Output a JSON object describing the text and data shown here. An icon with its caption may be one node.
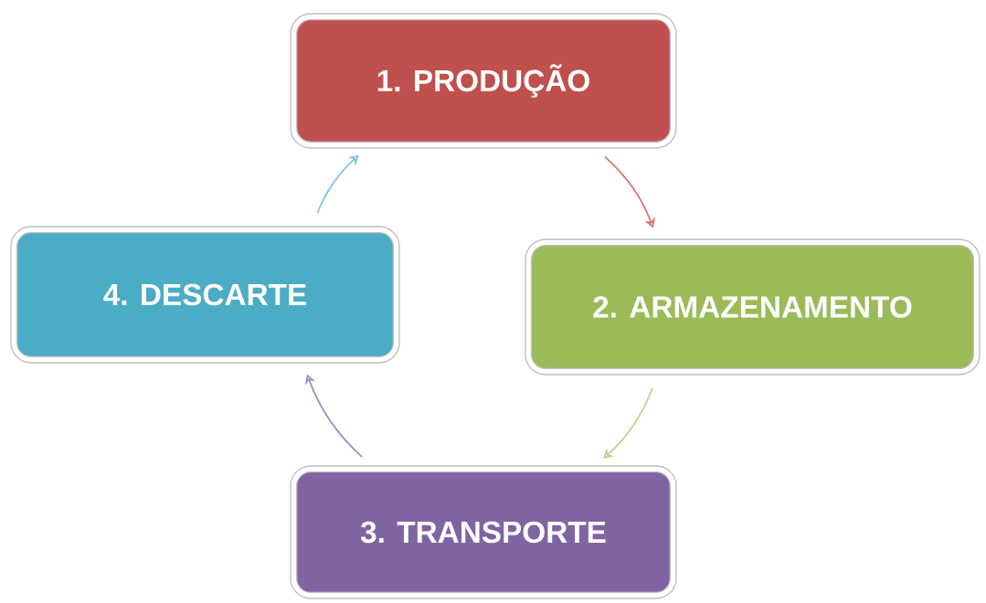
{
  "diagram": {
    "nodes": [
      {
        "text": [
          "1. PRODUÇÃO"
        ]
      },
      {
        "text": [
          "2. ARMAZENAMENTO"
        ]
      },
      {
        "text": [
          "3. TRANSPORTE"
        ]
      },
      {
        "text": [
          "4. DESCARTE"
        ]
      }
    ],
    "edges": [
      {
        "from": 0,
        "to": 1,
        "arrow": "to",
        "color": "#d9716d"
      },
      {
        "from": 1,
        "to": 2,
        "arrow": "to",
        "color": "#b7d38c"
      },
      {
        "from": 2,
        "to": 3,
        "arrow": "to",
        "color": "#a18dc2"
      },
      {
        "from": 3,
        "to": 0,
        "arrow": "to",
        "color": "#7cc4d9"
      }
    ]
  }
}
